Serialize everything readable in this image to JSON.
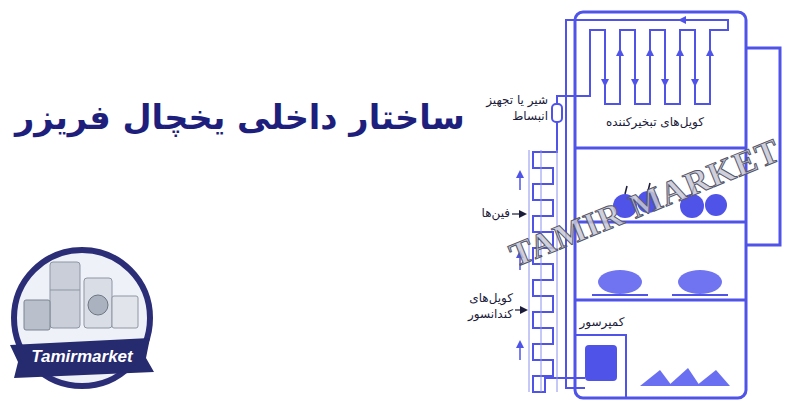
{
  "diagram": {
    "title": "ساختار داخلی یخچال فریزر",
    "labels": [
      "شیر یا تجهیز انبساط",
      "کویل‌های تبخیرکننده",
      "فین‌ها",
      "کویل‌های کندانسور",
      "کمپرسور",
      "TAMIR MARKET",
      "Tamirmarket"
    ]
  }
}
